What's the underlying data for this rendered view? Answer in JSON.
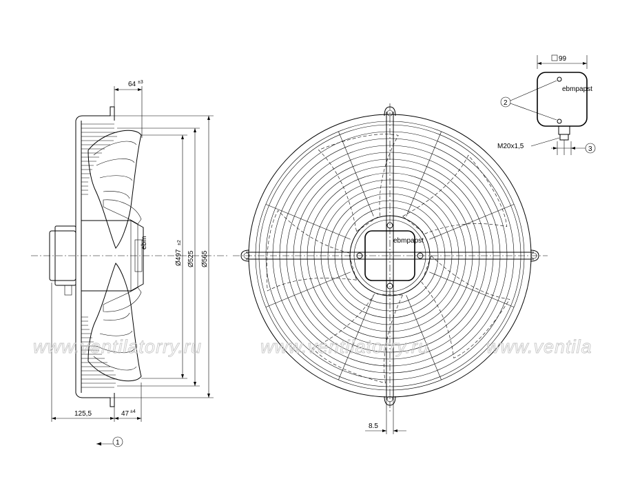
{
  "dimensions": {
    "depth_top": "64",
    "depth_top_tol": "±3",
    "d_inner": "Ø497",
    "d_inner_tol": "±2",
    "d_mid": "Ø525",
    "d_outer": "Ø565",
    "len_left": "125,5",
    "len_right": "47",
    "len_right_tol": "±4",
    "guard_bar": "8.5",
    "box_size": "99",
    "gland_thread": "M20x1,5"
  },
  "callouts": {
    "c1": "1",
    "c2": "2",
    "c3": "3"
  },
  "watermark": {
    "text1": "www.ventilatorry.ru",
    "text2": "www.ventilatorry.ru",
    "text3": "www.ventila"
  },
  "colors": {
    "line": "#000000",
    "watermark": "#c8c8c8",
    "background": "#ffffff"
  }
}
